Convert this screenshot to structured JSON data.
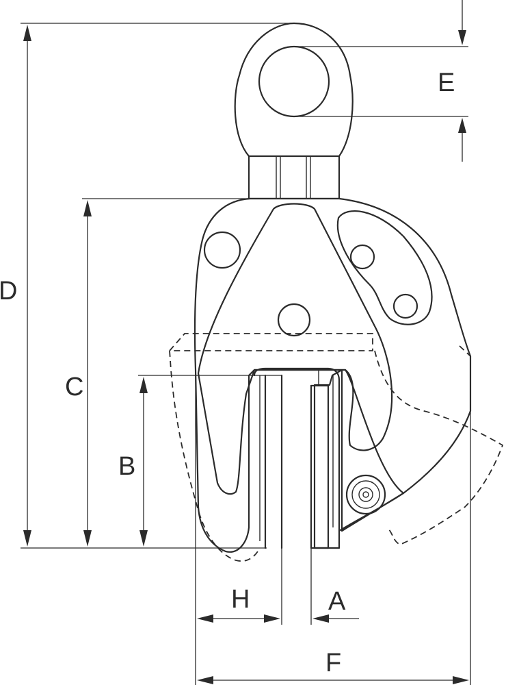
{
  "labels": {
    "a": "A",
    "b": "B",
    "c": "C",
    "d": "D",
    "e": "E",
    "f": "F",
    "h": "H"
  }
}
